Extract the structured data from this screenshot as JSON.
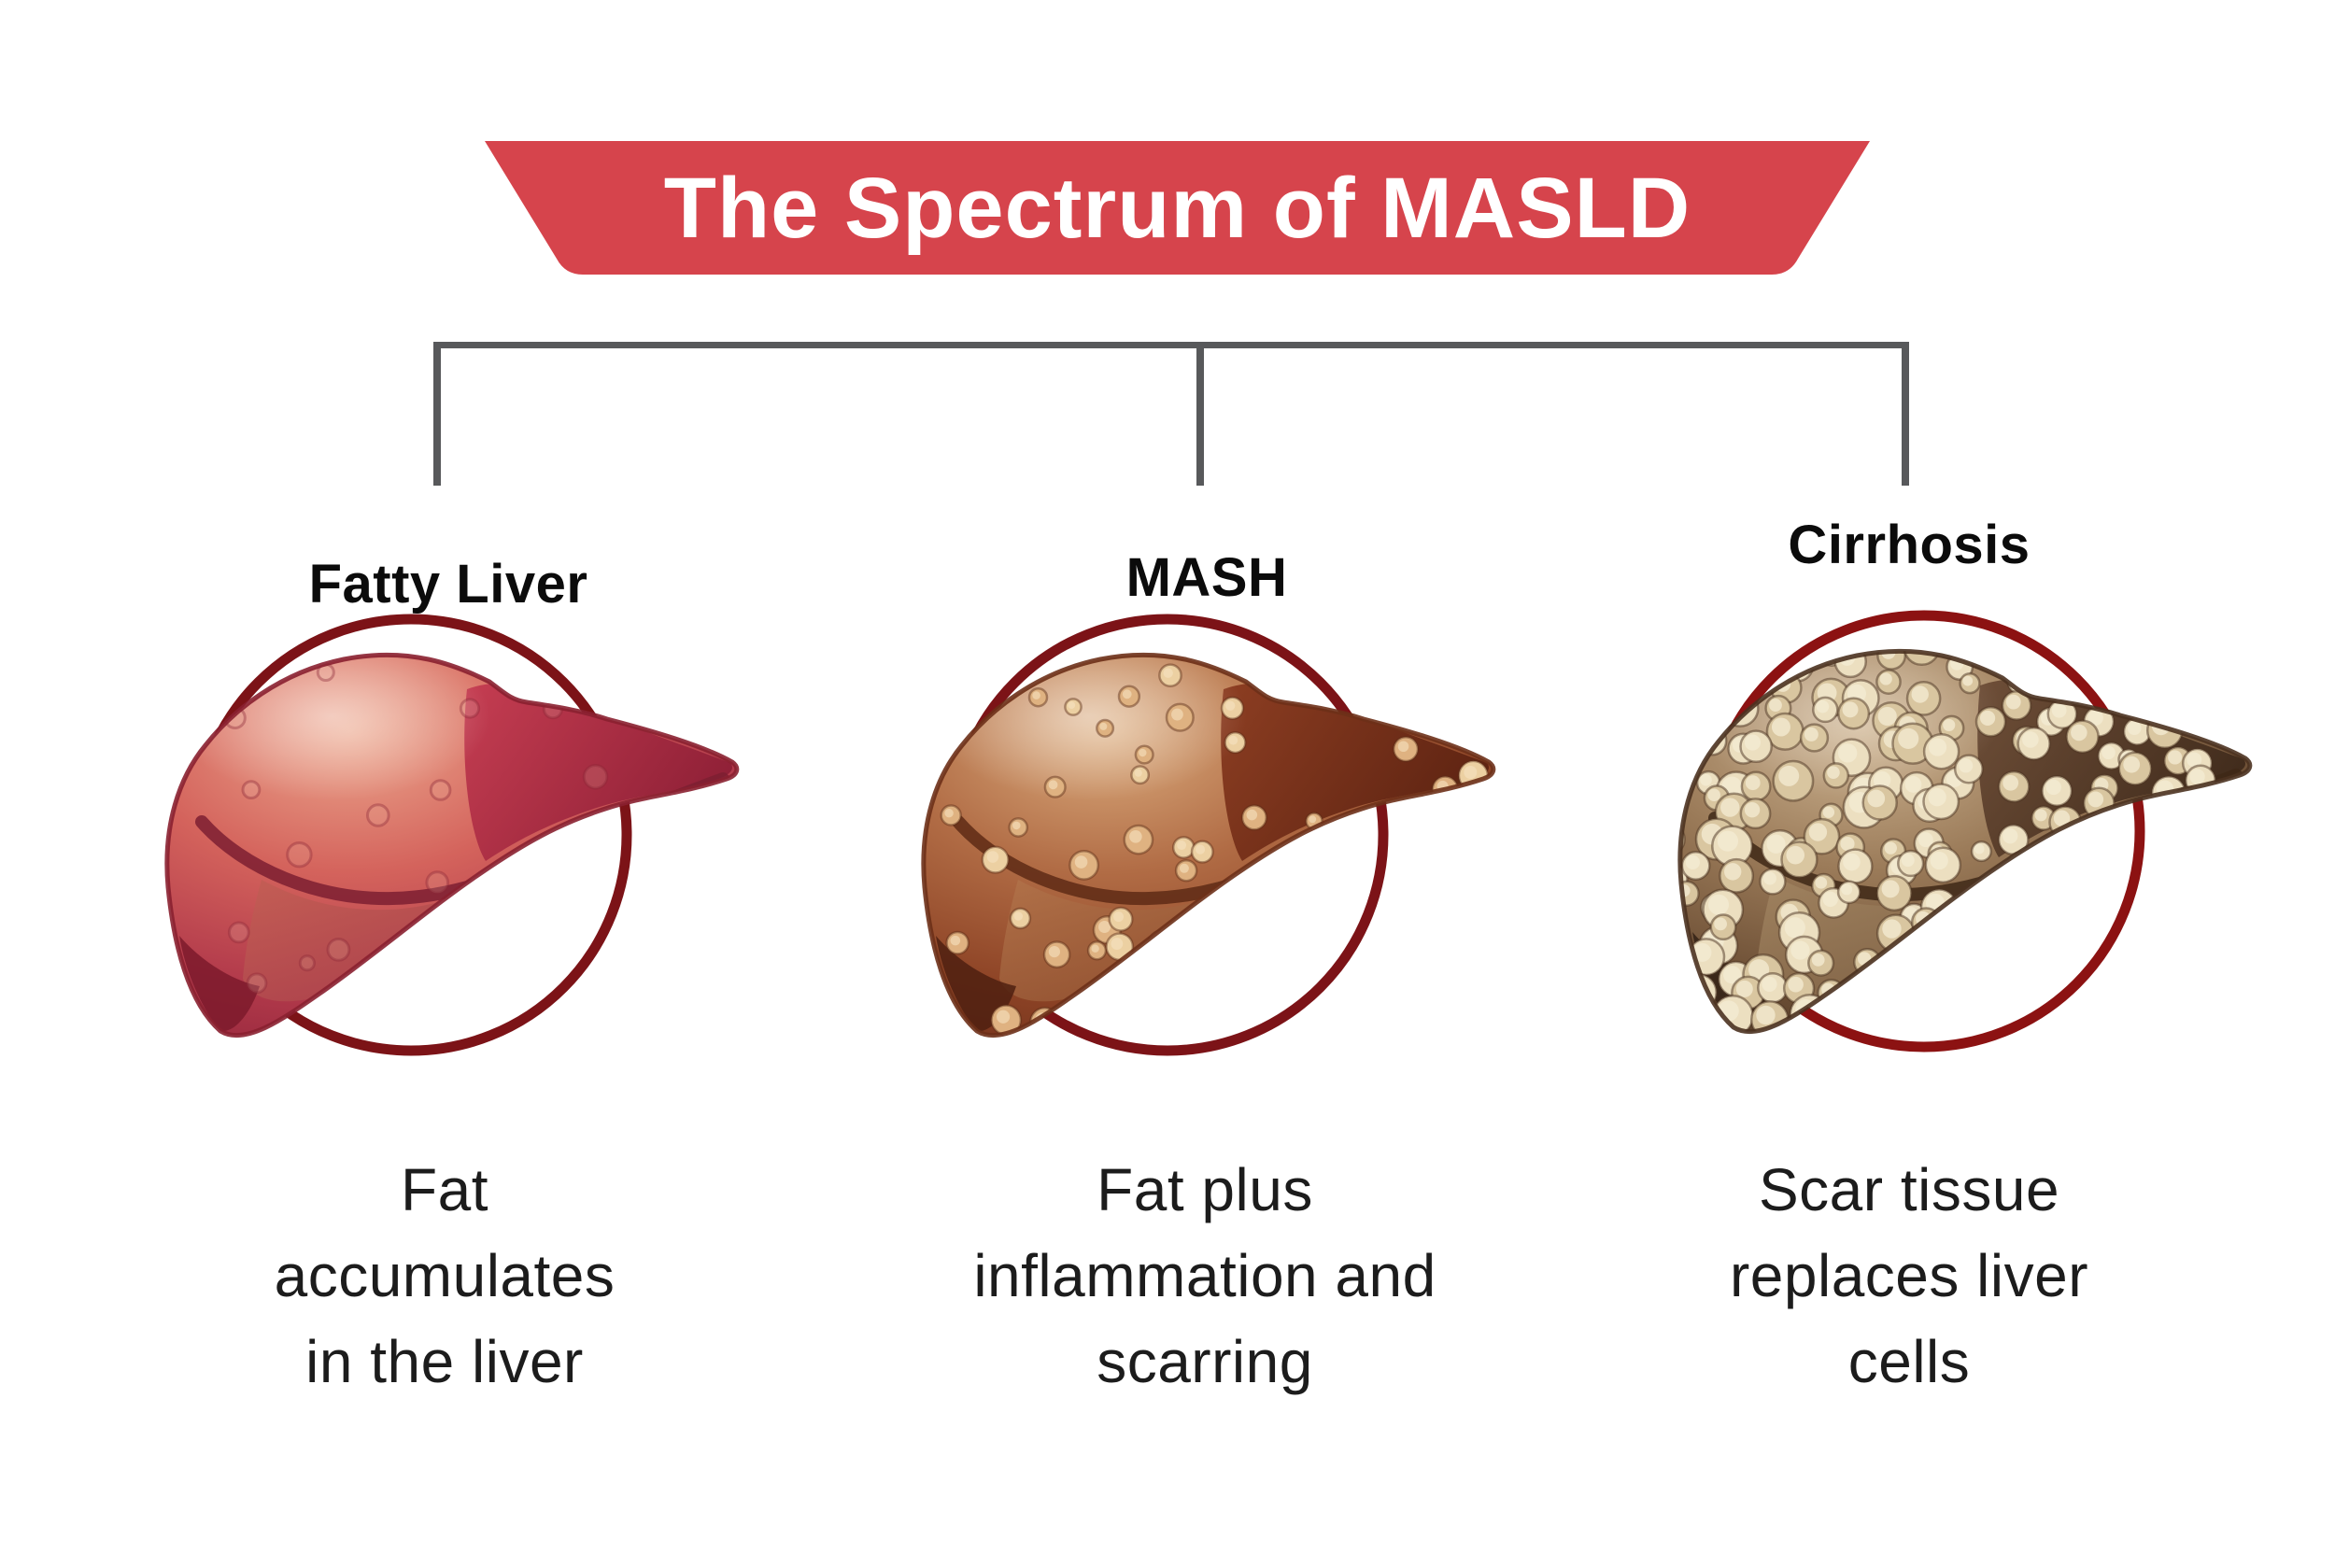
{
  "banner": {
    "title": "The Spectrum of MASLD",
    "background_color": "#d6444c",
    "text_color": "#ffffff"
  },
  "connector": {
    "color": "#58595b"
  },
  "stages": [
    {
      "id": "fatty-liver",
      "name": "Fatty Liver",
      "caption": "Fat\naccumulates\nin the liver",
      "palette": {
        "circle": "#7c1317",
        "body": [
          "#eca98f",
          "#d4635c",
          "#b23a4b",
          "#8c2037"
        ],
        "wing": [
          "#c43a50",
          "#8e1f36"
        ],
        "belly": [
          "#ca6757",
          "#a53a49"
        ],
        "crease": "#7d1f31",
        "outline": "#8a2030",
        "tip": "#7c1a2c",
        "spot_mode": "subtle",
        "spot_fill": "#f3cfbb",
        "spot_fill2": "#eebfa8",
        "spot_stroke": "rgba(140,40,56,0.38)"
      }
    },
    {
      "id": "mash",
      "name": "MASH",
      "caption": "Fat plus\ninflammation and\nscarring",
      "palette": {
        "circle": "#7c1317",
        "body": [
          "#dcae80",
          "#b16c45",
          "#8e4426",
          "#682a17"
        ],
        "wing": [
          "#8a3a1f",
          "#5c2211"
        ],
        "belly": [
          "#bb7c51",
          "#8a4a2b"
        ],
        "crease": "#5e2a15",
        "outline": "#6d3018",
        "tip": "#4f2010",
        "spot_mode": "spots",
        "spot_fill": "#ecd0a2",
        "spot_fill2": "#dfb281",
        "spot_stroke": "rgba(92,44,22,0.45)"
      }
    },
    {
      "id": "cirrhosis",
      "name": "Cirrhosis",
      "caption": "Scar tissue\nreplaces liver\ncells",
      "palette": {
        "circle": "#8c1212",
        "body": [
          "#d0b795",
          "#9b7b59",
          "#6e5036",
          "#44301f"
        ],
        "wing": [
          "#6b4b35",
          "#3f2a1b"
        ],
        "belly": [
          "#ab8e69",
          "#7b5d41"
        ],
        "crease": "#3e2816",
        "outline": "#4b3220",
        "tip": "#332115",
        "spot_mode": "nodules",
        "spot_fill": "#ecdfc0",
        "spot_fill2": "#d9c6a0",
        "spot_stroke": "rgba(76,52,34,0.5)"
      }
    }
  ]
}
